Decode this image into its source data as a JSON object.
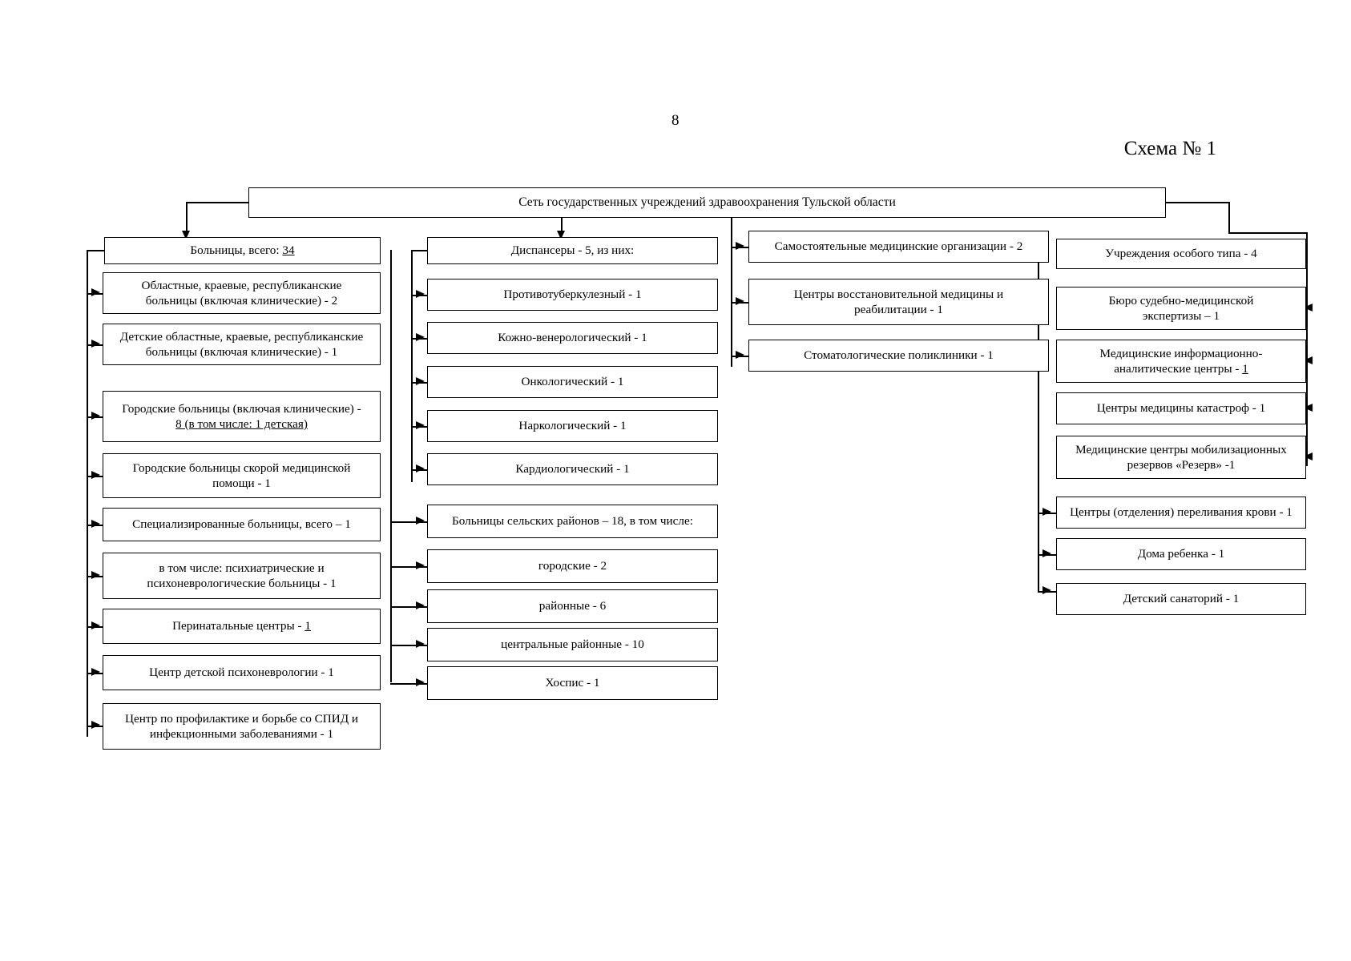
{
  "page": {
    "number": "8",
    "scheme_label": "Схема № 1"
  },
  "root": {
    "label": "Сеть государственных учреждений здравоохранения Тульской области"
  },
  "columns": [
    {
      "key": "hospitals",
      "head": {
        "label": "Больницы, всего: ",
        "value": "34",
        "underline": true
      },
      "items": [
        {
          "line1": "Областные, краевые, республиканские",
          "line2": "больницы (включая клинические) - 2"
        },
        {
          "line1": "Детские областные, краевые, республиканские",
          "line2": "больницы (включая клинические) - 1"
        },
        {
          "line1": "Городские больницы (включая клинические) -",
          "line2": "8 (в том числе: 1 детская)",
          "underline2": true
        },
        {
          "line1": "Городские больницы скорой медицинской",
          "line2": "помощи -  1"
        },
        {
          "line1": "Специализированные больницы, всего – 1"
        },
        {
          "line1": "в том числе: психиатрические и",
          "line2": "психоневрологические больницы - 1"
        },
        {
          "line1": "Перинатальные центры -  ",
          "value": "1",
          "underline_value": true
        },
        {
          "line1": "Центр детской психоневрологии - 1"
        },
        {
          "line1": "Центр по профилактике и борьбе со СПИД и",
          "line2": "инфекционными заболеваниями - 1"
        }
      ]
    },
    {
      "key": "dispensaries",
      "head": {
        "label": "Диспансеры - 5, из них:"
      },
      "items": [
        {
          "line1": "Противотуберкулезный - 1"
        },
        {
          "line1": "Кожно-венерологический - 1"
        },
        {
          "line1": "Онкологический - 1"
        },
        {
          "line1": "Наркологический - 1"
        },
        {
          "line1": "Кардиологический - 1"
        }
      ],
      "group2_head": {
        "label": "Больницы сельских районов – 18, в том числе:"
      },
      "group2_items": [
        {
          "line1": "городские - 2"
        },
        {
          "line1": "районные - 6"
        },
        {
          "line1": "центральные районные - 10"
        },
        {
          "line1": "Хоспис - 1"
        }
      ]
    },
    {
      "key": "independent",
      "head": {
        "label": "Самостоятельные медицинские организации - 2"
      },
      "items": [
        {
          "line1": "Центры восстановительной медицины и",
          "line2": "реабилитации - 1"
        },
        {
          "line1": "Стоматологические поликлиники -  1"
        }
      ]
    },
    {
      "key": "special-type",
      "head": {
        "label": "Учреждения особого типа - 4"
      },
      "items": [
        {
          "line1": "Бюро судебно-медицинской",
          "line2": "экспертизы – 1"
        },
        {
          "line1": "Медицинские информационно-",
          "line2": "аналитические центры  - ",
          "value2": "1",
          "underline_value2": true
        },
        {
          "line1": "Центры медицины катастроф - 1"
        },
        {
          "line1": "Медицинские центры мобилизационных",
          "line2": "резервов «Резерв» -1"
        },
        {
          "line1": "Центры (отделения) переливания крови - 1"
        },
        {
          "line1": "Дома ребенка - 1"
        },
        {
          "line1": "Детский санаторий - 1"
        }
      ]
    }
  ],
  "colors": {
    "ink": "#000000",
    "paper": "#ffffff"
  }
}
